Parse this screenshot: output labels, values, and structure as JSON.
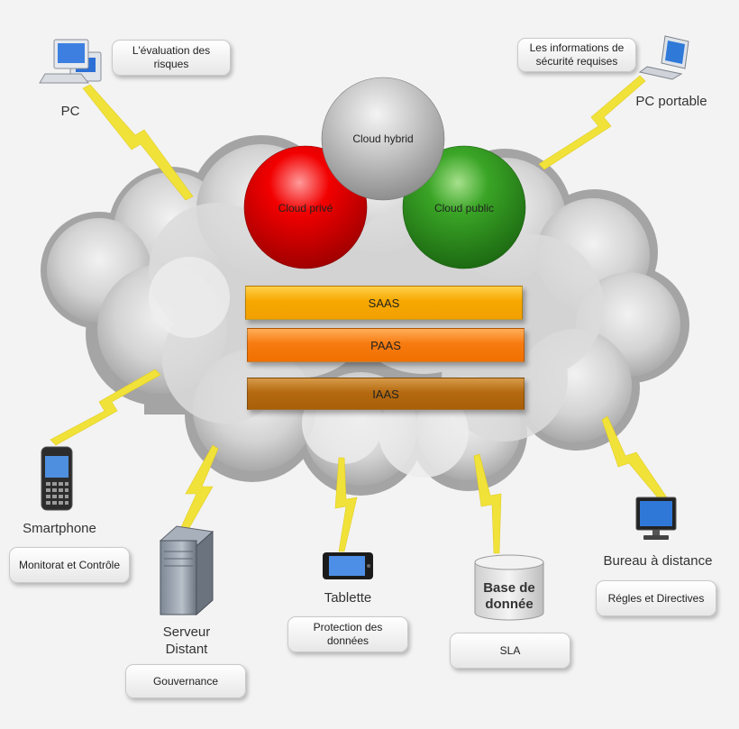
{
  "circles": {
    "hybrid": "Cloud hybrid",
    "private": "Cloud privé",
    "public": "Cloud public"
  },
  "layers": {
    "saas": "SAAS",
    "paas": "PAAS",
    "iaas": "IAAS"
  },
  "devices": {
    "pc": "PC",
    "laptop": "PC portable",
    "smartphone": "Smartphone",
    "server": "Serveur\nDistant",
    "tablet": "Tablette",
    "database_line1": "Base de",
    "database_line2": "donnée",
    "remote_desktop": "Bureau à distance"
  },
  "notes": {
    "risk": "L'évaluation des risques",
    "security_info": "Les informations de sécurité requises",
    "monitoring": "Monitorat et Contrôle",
    "governance": "Gouvernance",
    "data_protection": "Protection des données",
    "sla": "SLA",
    "rules": "Régles et Directives"
  },
  "colors": {
    "private": "#e00000",
    "public": "#2f9a1e",
    "hybrid": "#c4c4c4",
    "saas": "#f8a800",
    "paas": "#f77b10",
    "iaas": "#b56a10",
    "lightning": "#f1e23a"
  },
  "icons": [
    "desktop-pc-icon",
    "laptop-icon",
    "smartphone-icon",
    "server-icon",
    "tablet-icon",
    "database-icon",
    "monitor-icon",
    "lightning-icon"
  ]
}
